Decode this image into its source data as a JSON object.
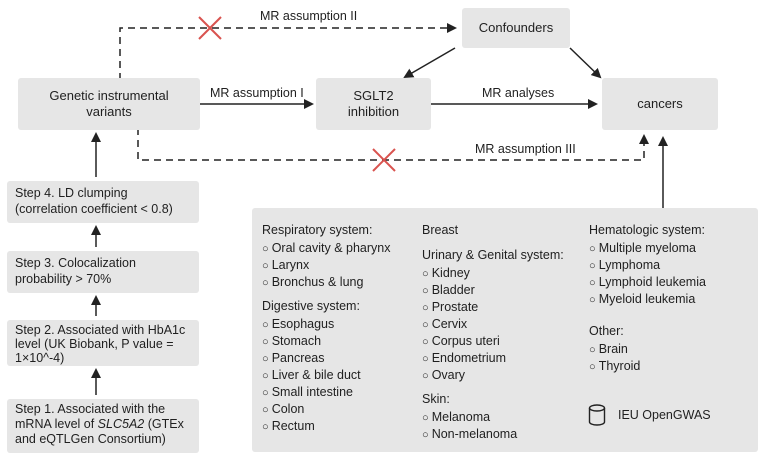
{
  "nodes": {
    "genetic": "Genetic instrumental variants",
    "sglt2": "SGLT2 inhibition",
    "confounders": "Confounders",
    "cancers": "cancers"
  },
  "edges": {
    "assumption_1": "MR assumption I",
    "assumption_2": "MR assumption II",
    "assumption_3": "MR assumption III",
    "analyses": "MR analyses"
  },
  "steps": [
    {
      "text": "Step 4. LD clumping (correlation coefficient < 0.8)"
    },
    {
      "text": "Step 3. Colocalization probability > 70%"
    },
    {
      "text": "Step 2. Associated with HbA1c level (UK Biobank, P value = 1×10^-4)"
    },
    {
      "text_before": "Step 1. Associated with the mRNA level of ",
      "gene": "SLC5A2",
      "text_after": " (GTEx and eQTLGen Consortium)"
    }
  ],
  "cancer_groups": {
    "respiratory": {
      "title": "Respiratory system:",
      "items": [
        "Oral cavity & pharynx",
        "Larynx",
        "Bronchus & lung"
      ]
    },
    "digestive": {
      "title": "Digestive system:",
      "items": [
        "Esophagus",
        "Stomach",
        "Pancreas",
        "Liver & bile duct",
        "Small intestine",
        "Colon",
        "Rectum"
      ]
    },
    "breast": {
      "title": "Breast"
    },
    "urinary": {
      "title": "Urinary & Genital system:",
      "items": [
        "Kidney",
        "Bladder",
        "Prostate",
        "Cervix",
        "Corpus uteri",
        "Endometrium",
        "Ovary"
      ]
    },
    "skin": {
      "title": "Skin:",
      "items": [
        "Melanoma",
        "Non-melanoma"
      ]
    },
    "hematologic": {
      "title": "Hematologic system:",
      "items": [
        "Multiple myeloma",
        "Lymphoma",
        "Lymphoid leukemia",
        "Myeloid leukemia"
      ]
    },
    "other": {
      "title": "Other:",
      "items": [
        "Brain",
        "Thyroid"
      ]
    }
  },
  "source": {
    "label": "IEU OpenGWAS",
    "icon": "database-icon"
  },
  "colors": {
    "box": "#e6e6e6",
    "cross": "#d9534f",
    "line": "#222222"
  }
}
